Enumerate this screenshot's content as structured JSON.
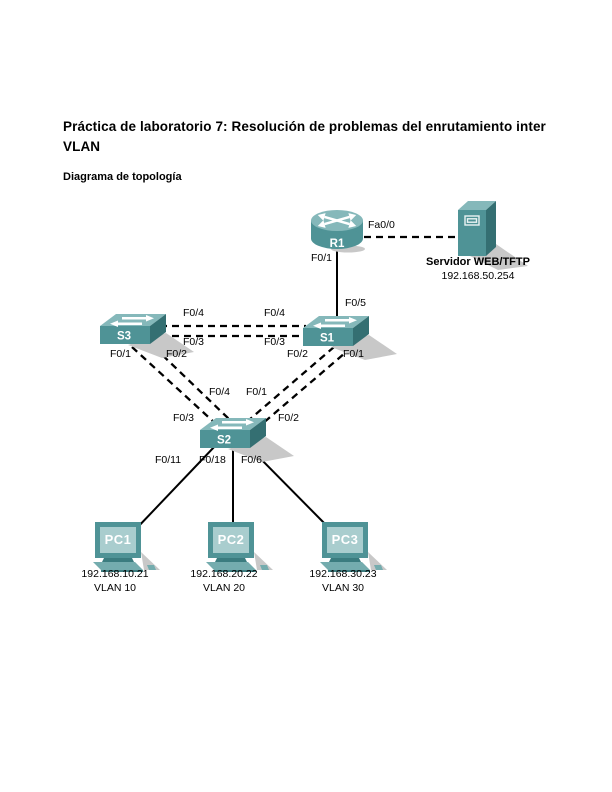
{
  "page": {
    "title": "Práctica de laboratorio 7: Resolución de problemas del enrutamiento inter VLAN",
    "subtitle": "Diagrama de topología"
  },
  "colors": {
    "device_teal_top": "#85b8ba",
    "device_teal_front": "#4f9396",
    "device_teal_side": "#346f72",
    "pc_screen": "#a9cdce",
    "shadow": "#c8c8c8",
    "line": "#000000"
  },
  "devices": {
    "r1": {
      "name": "R1"
    },
    "server": {
      "name": "Servidor WEB/TFTP",
      "ip": "192.168.50.254"
    },
    "s1": {
      "name": "S1"
    },
    "s2": {
      "name": "S2"
    },
    "s3": {
      "name": "S3"
    },
    "pc1": {
      "name": "PC1",
      "ip": "192.168.10.21",
      "vlan": "VLAN 10"
    },
    "pc2": {
      "name": "PC2",
      "ip": "192.168.20.22",
      "vlan": "VLAN 20"
    },
    "pc3": {
      "name": "PC3",
      "ip": "192.168.30.23",
      "vlan": "VLAN 30"
    }
  },
  "ports": {
    "r1_to_server": "Fa0/0",
    "r1_to_s1": "F0/1",
    "s1_to_r1": "F0/5",
    "s3_trunk_top": "F0/4",
    "s1_trunk_top": "F0/4",
    "s3_trunk_bottom": "F0/3",
    "s1_trunk_bottom": "F0/3",
    "s3_left": "F0/1",
    "s3_right": "F0/2",
    "s1_left": "F0/2",
    "s1_right": "F0/1",
    "s2_top_left": "F0/4",
    "s2_top_right": "F0/1",
    "s2_left": "F0/3",
    "s2_right": "F0/2",
    "s2_to_pc1": "F0/11",
    "s2_to_pc2": "F0/18",
    "s2_to_pc3": "F0/6"
  }
}
